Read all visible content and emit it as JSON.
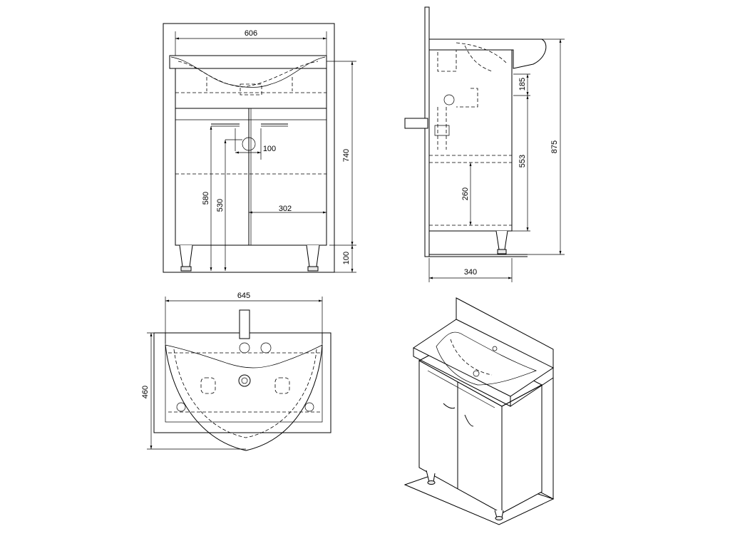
{
  "front_view": {
    "width_label": "606",
    "height_label": "740",
    "handle_spacing_label": "100",
    "door_width_label": "302",
    "handle_height_label": "580",
    "drain_height_label": "530",
    "leg_height_label": "100"
  },
  "side_view": {
    "depth_label": "340",
    "overflow_label": "185",
    "shelf_label": "553",
    "bottom_label": "260",
    "total_height_label": "875"
  },
  "top_view": {
    "width_label": "645",
    "depth_label": "460"
  }
}
